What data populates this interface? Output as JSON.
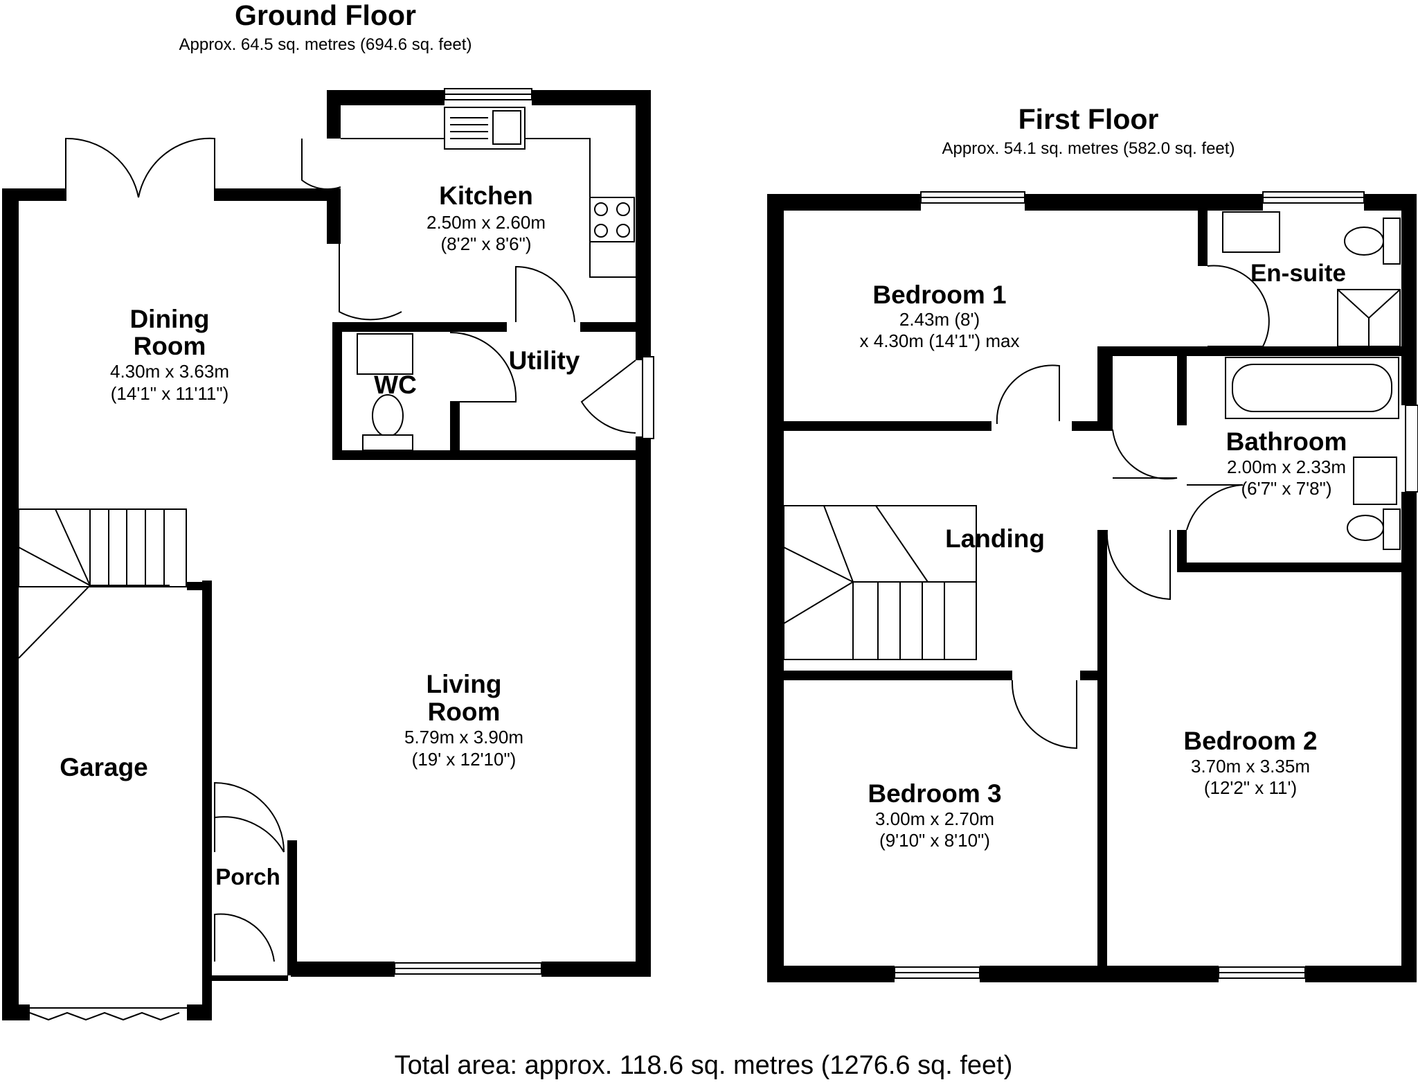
{
  "ground_floor": {
    "title": "Ground Floor",
    "area": "Approx. 64.5 sq. metres (694.6 sq. feet)",
    "rooms": {
      "kitchen": {
        "name": "Kitchen",
        "dim_metric": "2.50m x 2.60m",
        "dim_imperial": "(8'2\" x 8'6\")"
      },
      "dining": {
        "name_line1": "Dining",
        "name_line2": "Room",
        "dim_metric": "4.30m x 3.63m",
        "dim_imperial": "(14'1\" x 11'11\")"
      },
      "utility": {
        "name": "Utility"
      },
      "wc": {
        "name": "WC"
      },
      "living": {
        "name_line1": "Living",
        "name_line2": "Room",
        "dim_metric": "5.79m x 3.90m",
        "dim_imperial": "(19' x 12'10\")"
      },
      "garage": {
        "name": "Garage"
      },
      "porch": {
        "name": "Porch"
      }
    }
  },
  "first_floor": {
    "title": "First Floor",
    "area": "Approx. 54.1 sq. metres (582.0 sq. feet)",
    "rooms": {
      "bedroom1": {
        "name": "Bedroom 1",
        "dim_line1": "2.43m (8')",
        "dim_line2": "x 4.30m (14'1\") max"
      },
      "ensuite": {
        "name": "En-suite"
      },
      "bathroom": {
        "name": "Bathroom",
        "dim_metric": "2.00m x 2.33m",
        "dim_imperial": "(6'7\" x 7'8\")"
      },
      "landing": {
        "name": "Landing"
      },
      "bedroom2": {
        "name": "Bedroom 2",
        "dim_metric": "3.70m x 3.35m",
        "dim_imperial": "(12'2\" x 11')"
      },
      "bedroom3": {
        "name": "Bedroom 3",
        "dim_metric": "3.00m x 2.70m",
        "dim_imperial": "(9'10\" x 8'10\")"
      }
    }
  },
  "total_area": "Total area: approx. 118.6 sq. metres (1276.6 sq. feet)"
}
